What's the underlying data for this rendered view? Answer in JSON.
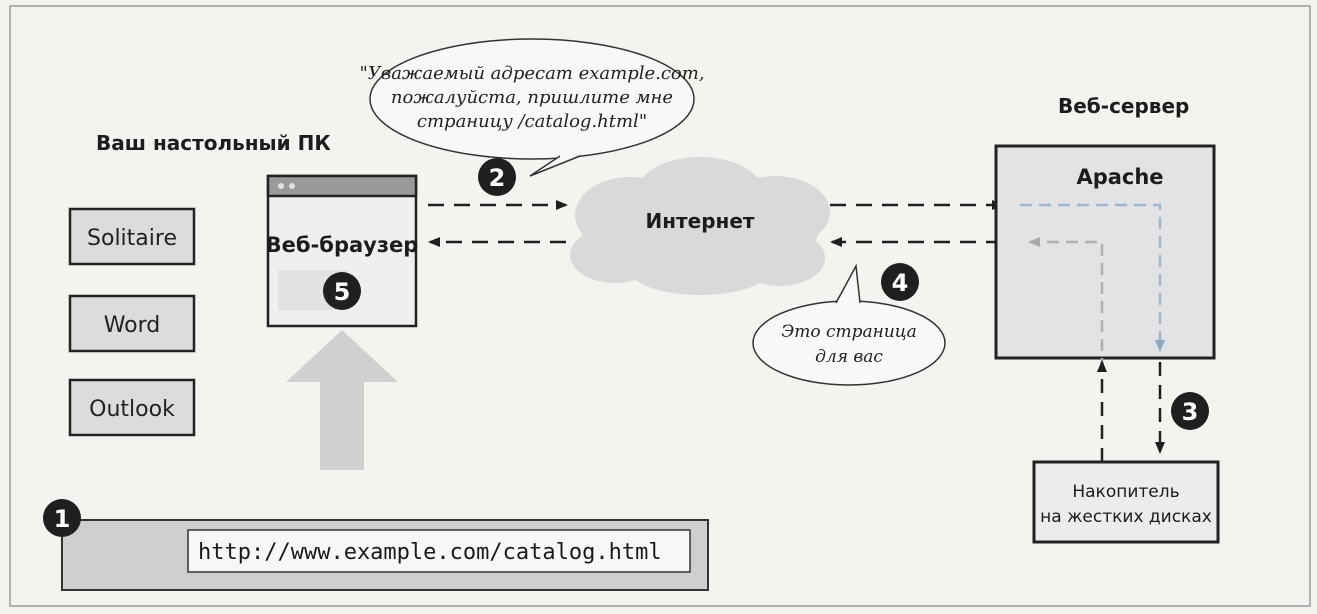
{
  "desktop": {
    "title": "Ваш настольный ПК",
    "apps": [
      "Solitaire",
      "Word",
      "Outlook"
    ]
  },
  "browser": {
    "label": "Веб-браузер"
  },
  "request_bubble": {
    "lines": [
      "\"Уважаемый адресат example.com,",
      "пожалуйста, пришлите мне",
      "страницу /catalog.html\""
    ]
  },
  "internet": {
    "label": "Интернет"
  },
  "server": {
    "title": "Веб-сервер",
    "app": "Apache"
  },
  "storage": {
    "lines": [
      "Накопитель",
      "на жестких дисках"
    ]
  },
  "response_bubble": {
    "lines": [
      "Это страница",
      "для вас"
    ]
  },
  "url_bar": {
    "url": "http://www.example.com/catalog.html"
  },
  "steps": [
    "1",
    "2",
    "3",
    "4",
    "5"
  ],
  "colors": {
    "background": "#f4f3f0",
    "box_fill": "#e4e4e6",
    "marker": "#1f1f1f",
    "arrow_gray": "#c9c9c9",
    "server_blue": "#9fb8cf"
  }
}
